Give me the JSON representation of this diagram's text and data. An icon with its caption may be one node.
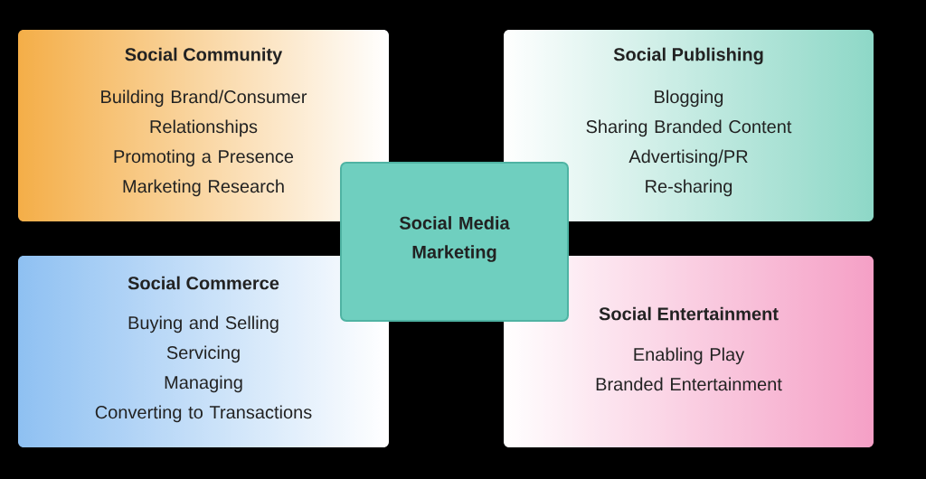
{
  "diagram": {
    "nodes": [
      {
        "text": [
          "Social Community",
          "Building Brand/Consumer Relationships",
          "Promoting a Presence",
          "Marketing Research"
        ]
      },
      {
        "text": [
          "Social Publishing",
          "Blogging",
          "Sharing Branded Content",
          "Advertising/PR",
          "Re-sharing"
        ]
      },
      {
        "text": [
          "Social Commerce",
          "Buying and Selling",
          "Servicing",
          "Managing",
          "Converting to Transactions"
        ]
      },
      {
        "text": [
          "Social Entertainment",
          "Enabling Play",
          "Branded Entertainment"
        ]
      },
      {
        "text": [
          "Social Media Marketing"
        ]
      }
    ]
  }
}
